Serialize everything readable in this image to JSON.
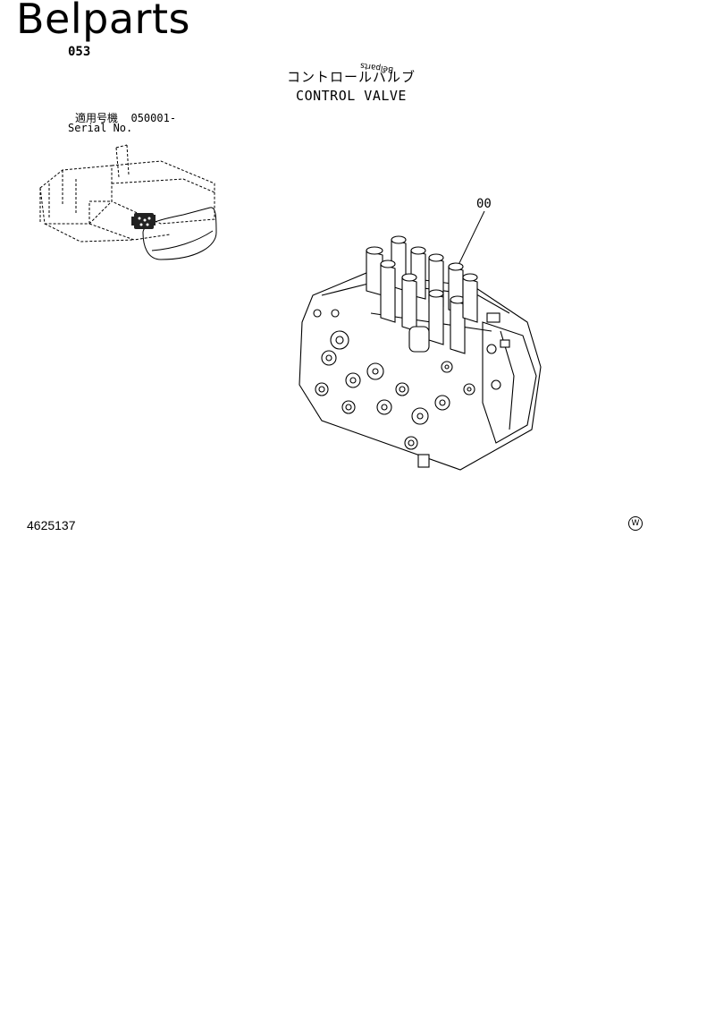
{
  "header": {
    "watermark": "Belparts",
    "page_number": "053",
    "title_jp": "コントロールバルブ",
    "title_en": "CONTROL VALVE",
    "stamp": "Belparts"
  },
  "serial": {
    "label_jp": "適用号機",
    "range": "050001-",
    "label_en": "Serial No."
  },
  "diagram": {
    "callout": "00"
  },
  "footer": {
    "part_code": "4625137",
    "mark_glyph": "W"
  }
}
